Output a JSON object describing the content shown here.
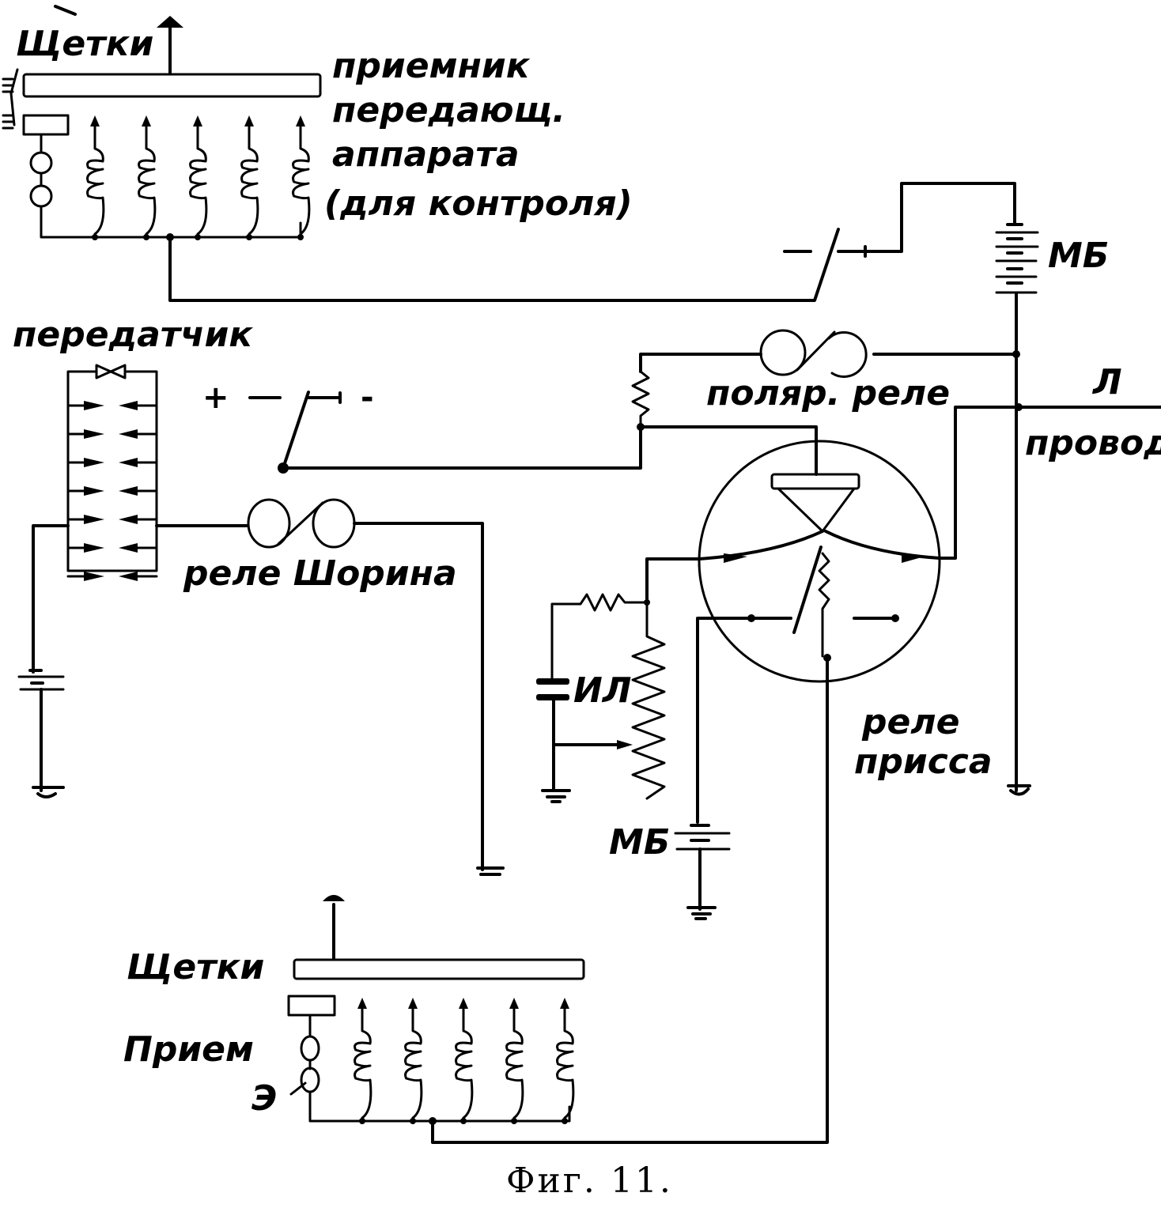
{
  "figure": {
    "caption": "Фиг. 11.",
    "colors": {
      "ink": "#000000",
      "paper": "#ffffff"
    }
  },
  "labels": {
    "brushes_top": "Щетки",
    "control_receiver": [
      "приемник",
      "передающ.",
      "аппарата",
      "(для контроля)"
    ],
    "mb_top": "МБ",
    "transmitter": "передатчик",
    "key_plus": "+",
    "key_minus": "-",
    "polar_relay": "поляр. реле",
    "line": "Л",
    "wire": "провод",
    "shorin_relay": "реле Шорина",
    "il": "ИЛ",
    "mb_bottom": "МБ",
    "priss_relay": [
      "реле",
      "присса"
    ],
    "brushes_bottom": "Щетки",
    "reception": "Прием",
    "e_mark": "Э"
  },
  "components": {
    "control_receiver_coils": 5,
    "reception_coils": 5,
    "transmitter_contact_rows": 7,
    "batteries": [
      "МБ (top right)",
      "transmitter battery",
      "МБ (bottom)"
    ],
    "grounds": 5,
    "relays": [
      "поляр. реле",
      "реле Шорина",
      "реле присса"
    ]
  }
}
